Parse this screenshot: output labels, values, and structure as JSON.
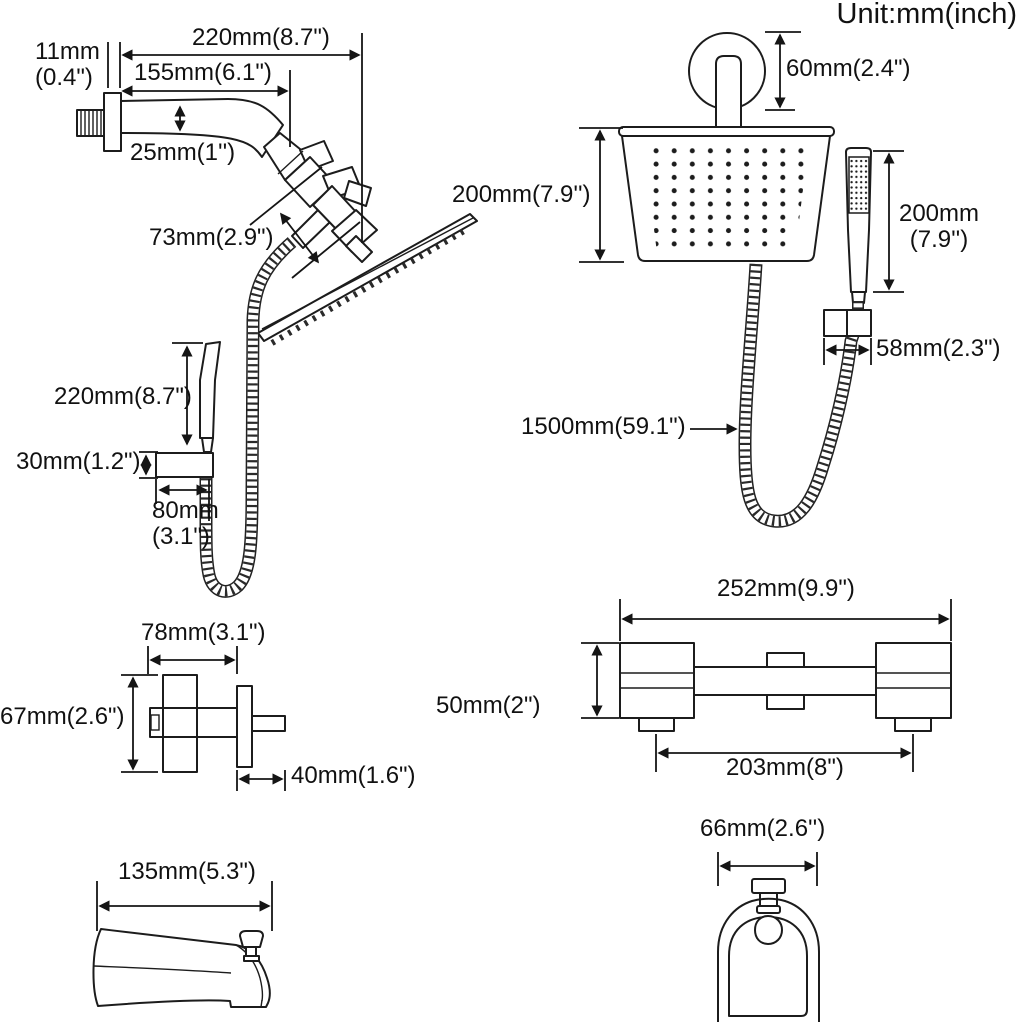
{
  "title": "Unit:mm(inch)",
  "angled_shower": {
    "wall_spacer_mm": "11mm",
    "wall_spacer_inch": "(0.4\")",
    "arm_total": "220mm(8.7\")",
    "arm_straight": "155mm(6.1\")",
    "arm_diameter": "25mm(1'')",
    "head_depth": "73mm(2.9\")"
  },
  "rain_shower": {
    "ceiling_arm_height": "60mm(2.4\")",
    "head_width": "200mm(7.9'')",
    "hand_shower_mm": "200mm",
    "hand_shower_inch": "(7.9'')",
    "holder_width": "58mm(2.3\")",
    "hose_length": "1500mm(59.1\")"
  },
  "hand_shower_holder": {
    "wand_height": "220mm(8.7\")",
    "bracket_height": "30mm(1.2\")",
    "bracket_depth_mm": "80mm",
    "bracket_depth_inch": "(3.1\")"
  },
  "volume_control": {
    "width": "78mm(3.1\")",
    "height": "67mm(2.6\")",
    "stem": "40mm(1.6\")"
  },
  "valve_bar": {
    "total_width": "252mm(9.9\")",
    "height": "50mm(2\")",
    "center_distance": "203mm(8\")"
  },
  "tub_spout": {
    "length": "135mm(5.3\")"
  },
  "wall_bracket": {
    "width": "66mm(2.6'')"
  }
}
